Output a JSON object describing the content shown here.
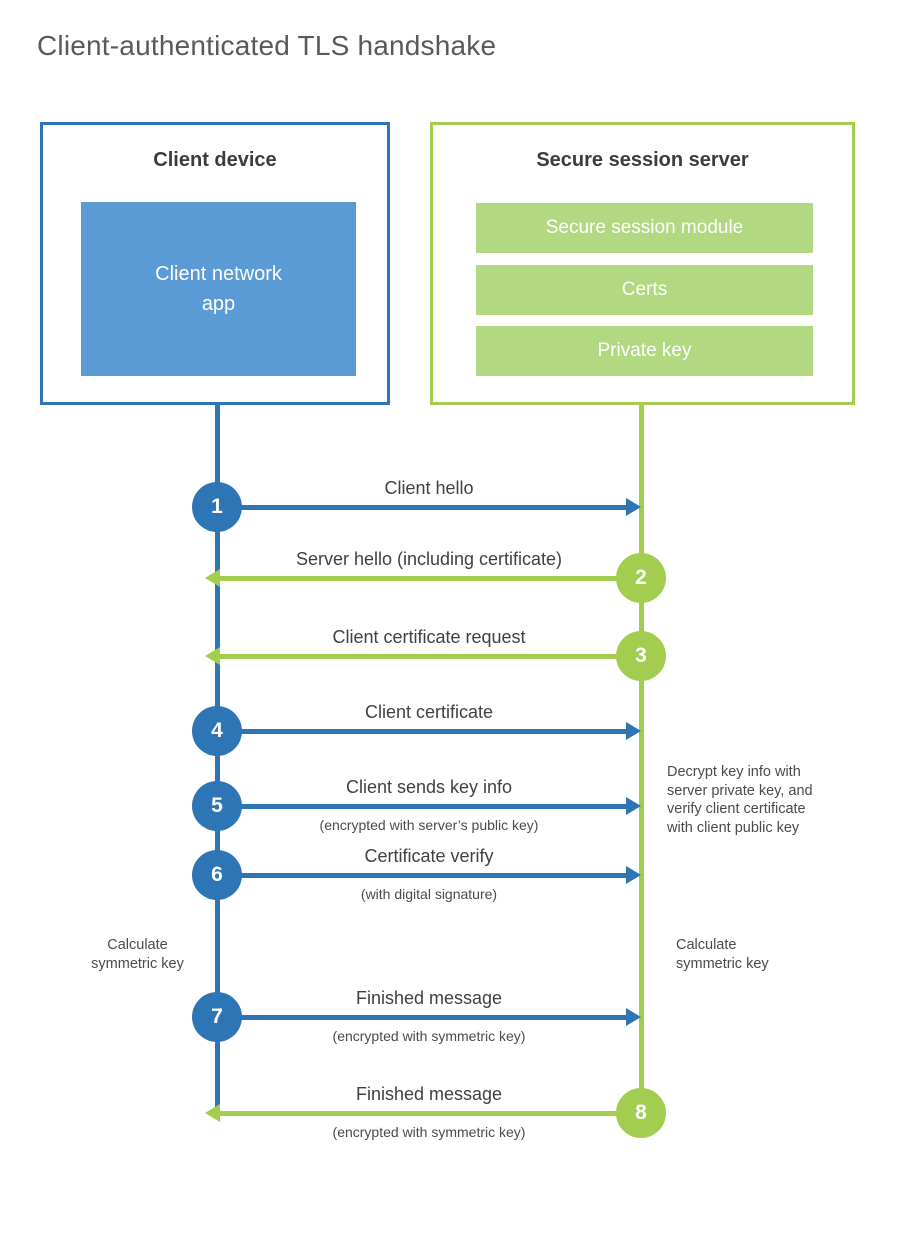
{
  "title": "Client-authenticated TLS handshake",
  "colors": {
    "blue": "#2e75b6",
    "blue_fill": "#5b9bd5",
    "green": "#a3cd4e",
    "green_fill": "#b2d882"
  },
  "client_box": {
    "heading": "Client device",
    "app_label": "Client network app"
  },
  "server_box": {
    "heading": "Secure session server",
    "modules": {
      "0": "Secure session module",
      "1": "Certs",
      "2": "Private key"
    }
  },
  "steps": [
    {
      "number": "1",
      "label": "Client hello",
      "direction": "right"
    },
    {
      "number": "2",
      "label": "Server hello (including certificate)",
      "direction": "left"
    },
    {
      "number": "3",
      "label": "Client certificate request",
      "direction": "left"
    },
    {
      "number": "4",
      "label": "Client certificate",
      "direction": "right"
    },
    {
      "number": "5",
      "label": "Client sends key info",
      "sublabel": "(encrypted with server’s public key)",
      "direction": "right"
    },
    {
      "number": "6",
      "label": "Certificate verify",
      "sublabel": "(with digital signature)",
      "direction": "right"
    },
    {
      "number": "7",
      "label": "Finished message",
      "sublabel": "(encrypted with symmetric key)",
      "direction": "right"
    },
    {
      "number": "8",
      "label": "Finished message",
      "sublabel": "(encrypted with symmetric key)",
      "direction": "left"
    }
  ],
  "annotations": {
    "decrypt_note": "Decrypt key info with server private key, and verify client certificate with client public key",
    "calc_left": "Calculate symmetric key",
    "calc_right": "Calculate symmetric key"
  }
}
